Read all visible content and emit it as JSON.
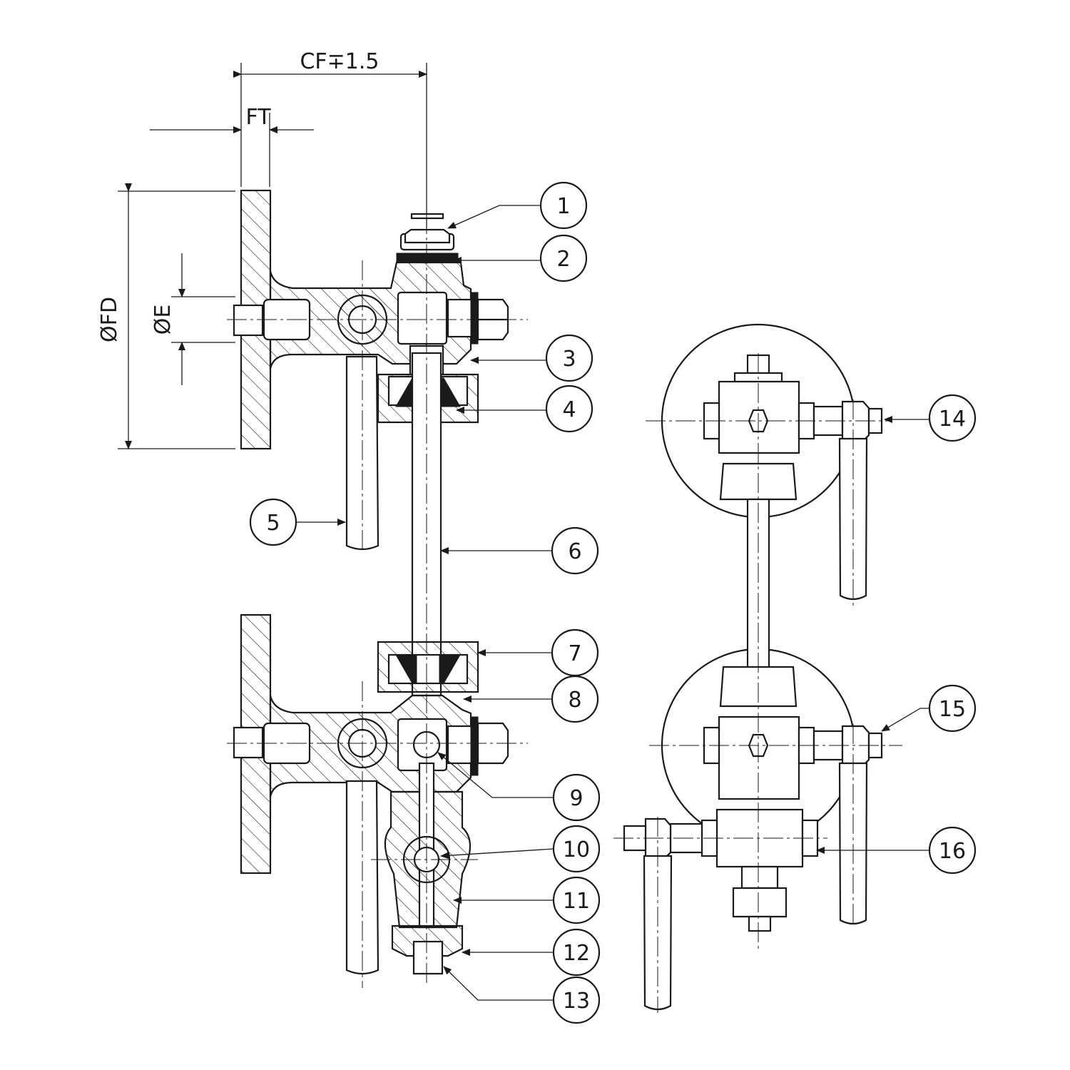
{
  "dimensions": {
    "cf": "CF∓1.5",
    "ft": "FT",
    "fd": "ØFD",
    "e": "ØE"
  },
  "balloons": [
    "1",
    "2",
    "3",
    "4",
    "5",
    "6",
    "7",
    "8",
    "9",
    "10",
    "11",
    "12",
    "13",
    "14",
    "15",
    "16"
  ]
}
